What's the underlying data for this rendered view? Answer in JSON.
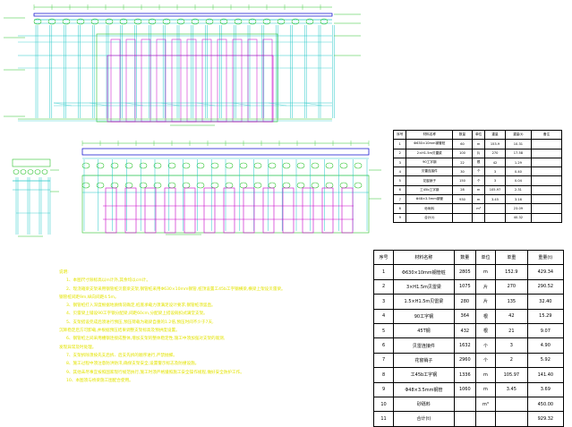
{
  "colors": {
    "steel": "#22c8c8",
    "timber": "#2ec42e",
    "formwork": "#c800c8",
    "notes": "#e3e300",
    "dims": "#2ec42e",
    "outline": "#0000cc"
  },
  "table_small": {
    "title": "",
    "headers": [
      "序号",
      "材料名称",
      "数量",
      "单位",
      "重量",
      "重量(t)",
      "备注"
    ],
    "rows": [
      [
        "1",
        "Φ630×10mm钢管桩",
        "60",
        "m",
        "153.9",
        "10.31",
        ""
      ],
      [
        "2",
        "2×H1.5m贝雷梁",
        "100",
        "片",
        "270",
        "17.58",
        ""
      ],
      [
        "3",
        "90工字钢",
        "22",
        "根",
        "42",
        "1.29",
        ""
      ],
      [
        "4",
        "贝雷连接件",
        "30",
        "个",
        "3",
        "0.40",
        ""
      ],
      [
        "5",
        "花窗销子",
        "150",
        "个",
        "3",
        "0.04",
        ""
      ],
      [
        "6",
        "工45b工字钢",
        "28",
        "m",
        "105.97",
        "2.31",
        ""
      ],
      [
        "7",
        "Φ48×3.5mm钢管",
        "930",
        "m",
        "3.45",
        "3.16",
        ""
      ],
      [
        "8",
        "砂砾料",
        "",
        "m³",
        "",
        "23.09",
        ""
      ],
      [
        "9",
        "合计(t)",
        "",
        "",
        "",
        "40.32",
        ""
      ]
    ]
  },
  "table_large": {
    "title": "",
    "headers": [
      "序号",
      "材料名称",
      "数量",
      "单位",
      "单重",
      "重量(t)"
    ],
    "rows": [
      [
        "1",
        "Φ630×10mm钢管桩",
        "2805",
        "m",
        "152.9",
        "429.34"
      ],
      [
        "2",
        "3×H1.5m贝雷梁",
        "1075",
        "片",
        "270",
        "290.52"
      ],
      [
        "3",
        "1.5×H1.5m贝雷梁",
        "280",
        "片",
        "135",
        "32.40"
      ],
      [
        "4",
        "90工字钢",
        "364",
        "根",
        "42",
        "15.29"
      ],
      [
        "5",
        "45T钢",
        "432",
        "根",
        "21",
        "9.07"
      ],
      [
        "6",
        "贝雷连接件",
        "1632",
        "个",
        "3",
        "4.90"
      ],
      [
        "7",
        "花窗销子",
        "2960",
        "个",
        "2",
        "5.92"
      ],
      [
        "8",
        "工45b工字钢",
        "1336",
        "m",
        "105.97",
        "141.40"
      ],
      [
        "9",
        "Φ48×3.5mm钢管",
        "1060",
        "m",
        "3.45",
        "3.69"
      ],
      [
        "10",
        "砂砾料",
        "",
        "m³",
        "",
        "450.00"
      ],
      [
        "11",
        "合计(t)",
        "",
        "",
        "",
        "929.32"
      ]
    ]
  },
  "notes": {
    "heading": "说明:",
    "lines": [
      "1、本图尺寸除标高以m计外,其余均以cm计。",
      "2、现浇箱梁支架采用钢管桩贝雷梁支架,钢管桩采用Φ630×10mm钢管,桩顶设置工45b工字钢横梁,横梁上架设贝雷梁。",
      "钢管桩间距9m,纵向间距4.5m。",
      "3、钢管桩打入深度根据地质情况确定,桩底承载力须满足设计要求,钢管桩须竖直。",
      "4、贝雷梁上铺设90工字钢分配梁,间距60cm,分配梁上搭设碗扣式满堂支架。",
      "5、支架搭设完成后须进行预压,预压荷载为箱梁自重的1.2倍,预压时间不少于7天,",
      "沉降稳定后方可卸载,并根据预压结果调整支架标高及预拱度设置。",
      "6、钢管桩之间采用槽钢连接成整体,增加支架的整体稳定性,施工中须加强对支架的观测,",
      "发现异常及时处理。",
      "7、支架拆除须按先支后拆、后支先拆的顺序进行,严禁抛掷。",
      "8、施工过程中须注意防洪防汛,确保支架安全,设置警示标志及防撞设施。",
      "9、其他未尽事宜按照国家现行规范执行,施工时须严格遵照施工安全操作规程,做好安全防护工作。",
      "10、本图须与桥梁施工图配合使用。"
    ]
  },
  "drawing_labels": {
    "elevation_caption": "",
    "cross_section_caption": "",
    "plan_caption": "",
    "left_side_text": "",
    "levels": [
      "",
      "",
      "",
      ""
    ],
    "dim_total": ""
  }
}
